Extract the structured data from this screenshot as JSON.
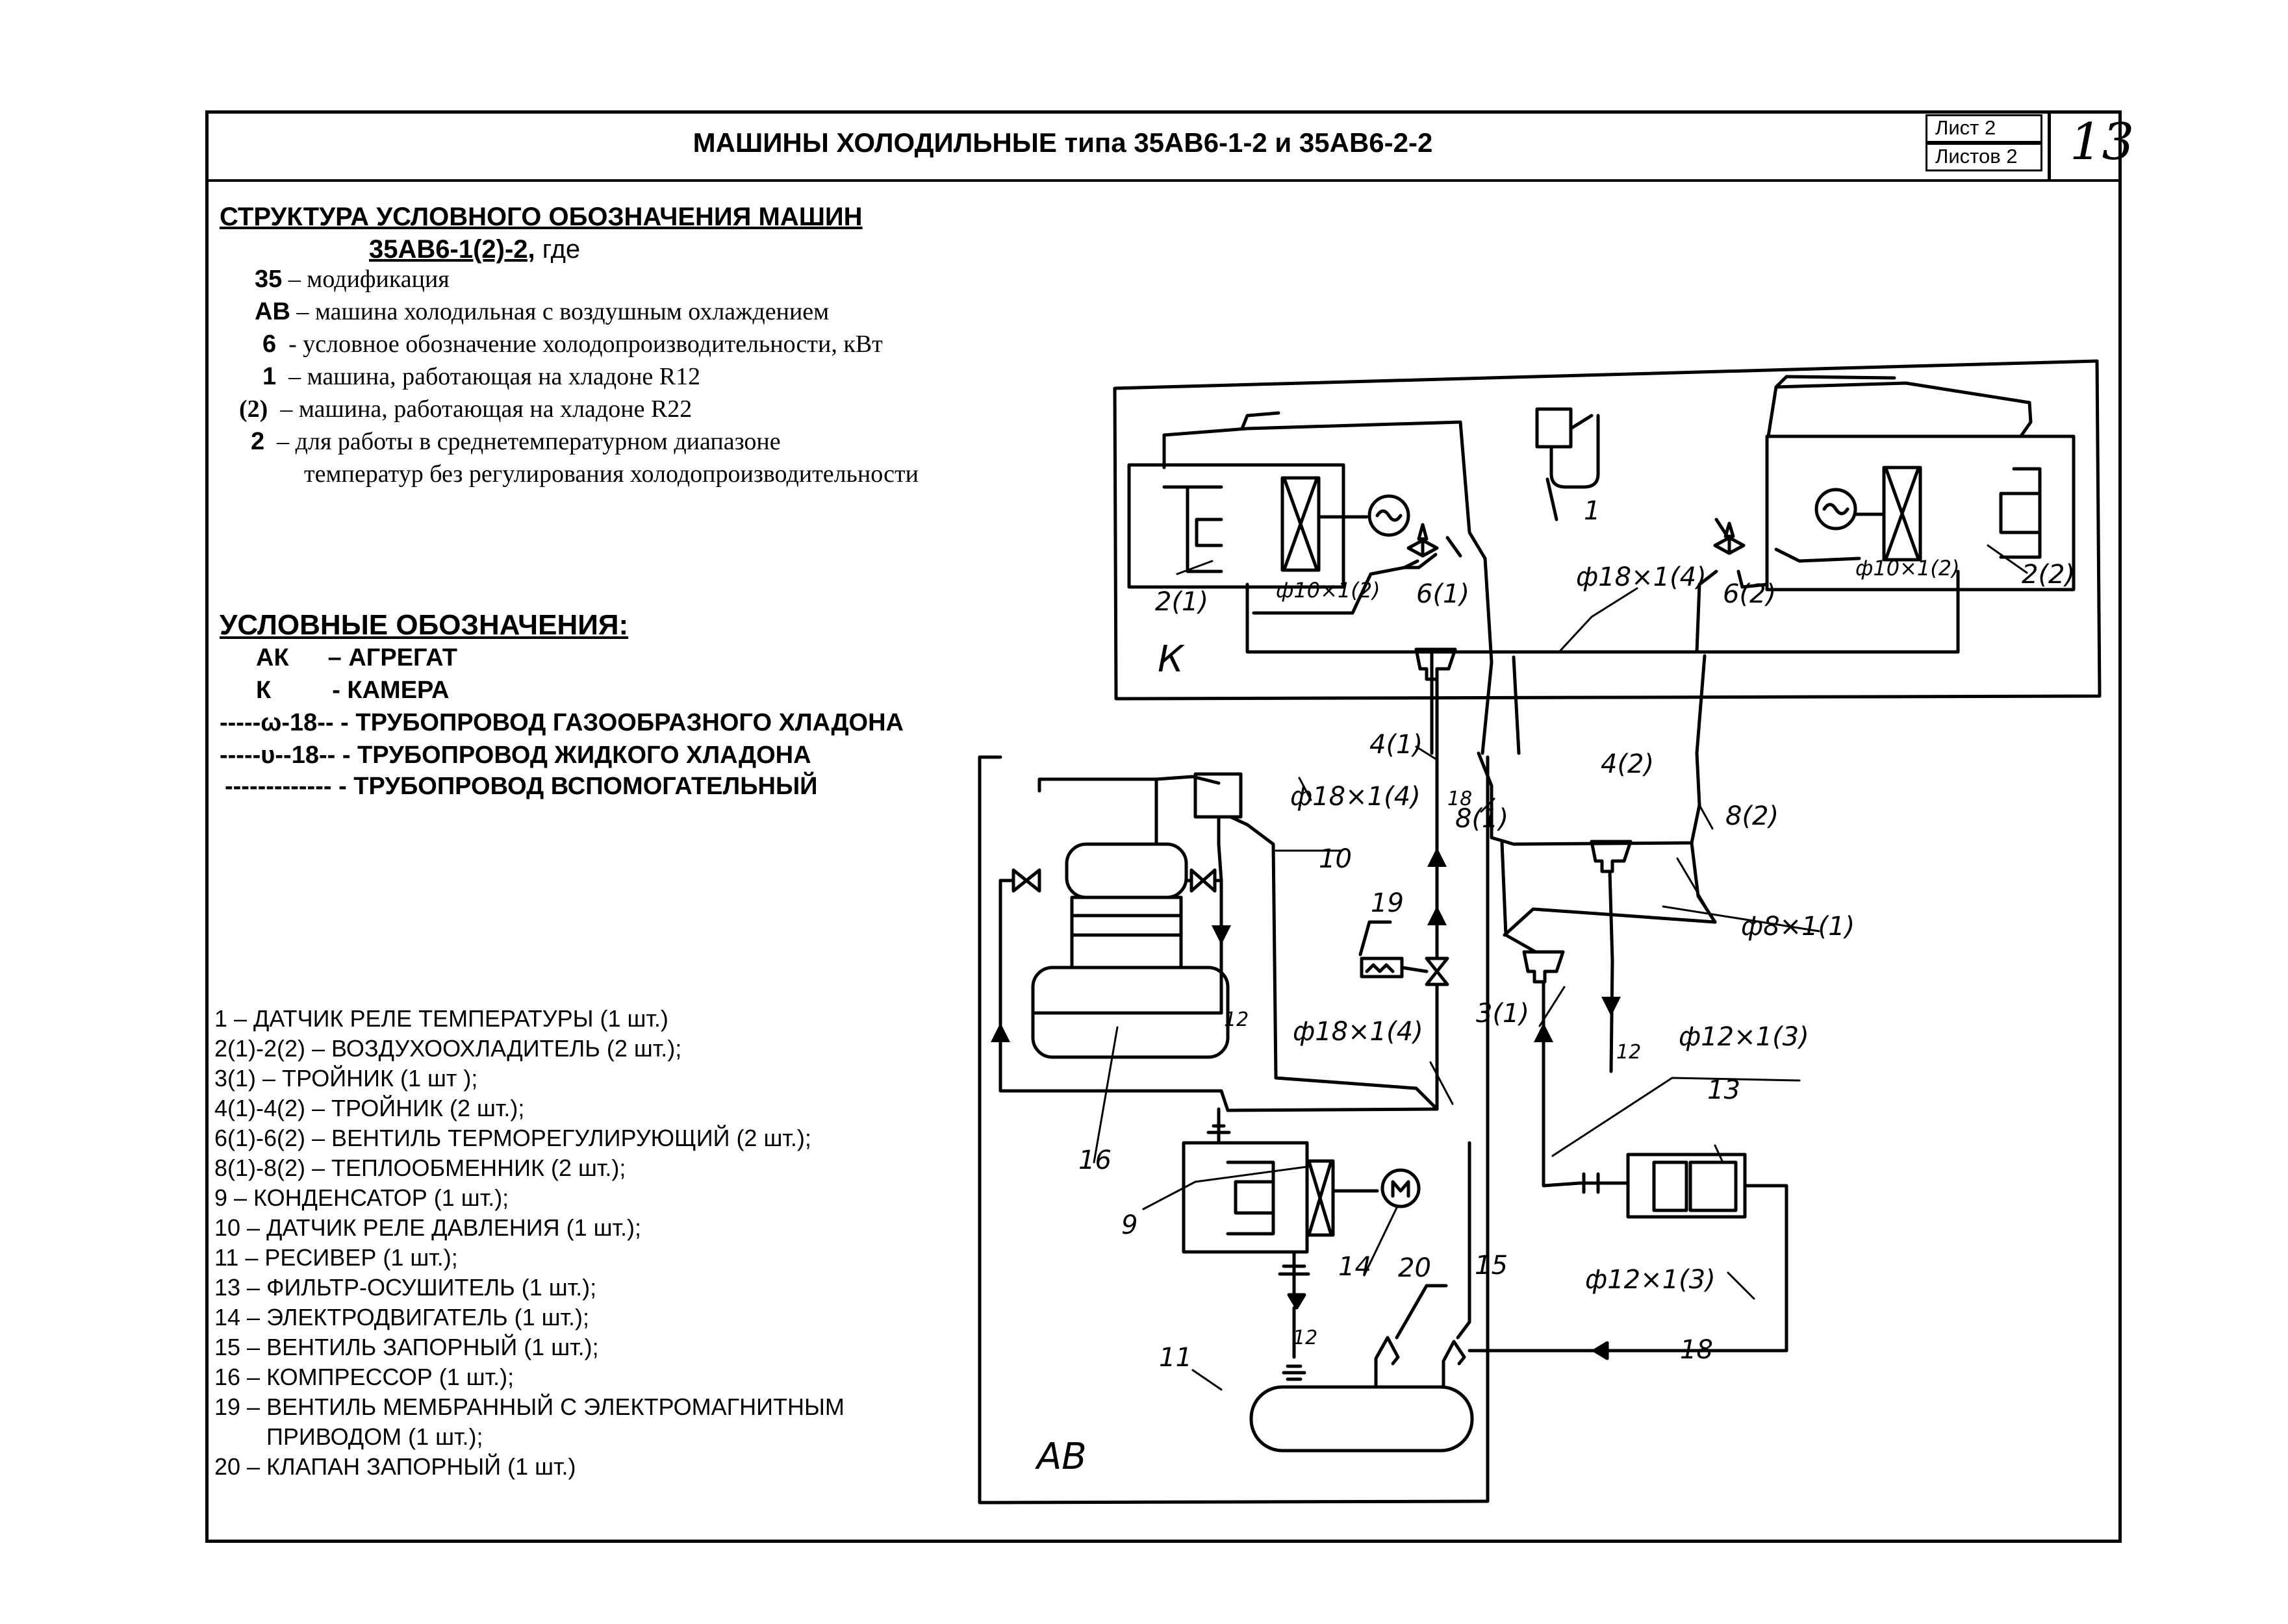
{
  "header": {
    "title": "МАШИНЫ ХОЛОДИЛЬНЫЕ типа 35АВ6-1-2 и 35АВ6-2-2",
    "sheet_label": "Лист 2",
    "sheets_label": "Листов 2",
    "page_number": "13"
  },
  "structure": {
    "heading": "СТРУКТУРА УСЛОВНОГО ОБОЗНАЧЕНИЯ МАШИН",
    "code": "35АВ6-1(2)-2,",
    "code_suffix": "где",
    "items": [
      {
        "key": "35",
        "text": "– модификация"
      },
      {
        "key": "АВ",
        "text": "– машина холодильная с воздушным охлаждением"
      },
      {
        "key": "6",
        "text": "- условное обозначение холодопроизводительности, кВт"
      },
      {
        "key": "1",
        "text": "– машина, работающая на хладоне R12"
      },
      {
        "key": "(2)",
        "text": "– машина, работающая на хладоне R22"
      },
      {
        "key": "2",
        "text": "– для работы в среднетемпературном диапазоне"
      }
    ],
    "continuation": "температур без регулирования холодопроизводительности"
  },
  "legend": {
    "heading": "УСЛОВНЫЕ ОБОЗНАЧЕНИЯ:",
    "items": [
      {
        "key": "АК",
        "text": "– АГРЕГАТ"
      },
      {
        "key": "К",
        "text": "- КАМЕРА"
      },
      {
        "key": "-----ω-18--",
        "text": "- ТРУБОПРОВОД ГАЗООБРАЗНОГО ХЛАДОНА"
      },
      {
        "key": "-----υ--18--",
        "text": "- ТРУБОПРОВОД ЖИДКОГО ХЛАДОНА"
      },
      {
        "key": "-------------",
        "text": "- ТРУБОПРОВОД ВСПОМОГАТЕЛЬНЫЙ"
      }
    ]
  },
  "components": [
    "1 – ДАТЧИК РЕЛЕ ТЕМПЕРАТУРЫ (1 шт.)",
    "2(1)-2(2) – ВОЗДУХООХЛАДИТЕЛЬ (2 шт.);",
    "3(1) – ТРОЙНИК (1 шт );",
    "4(1)-4(2) – ТРОЙНИК (2 шт.);",
    "6(1)-6(2) – ВЕНТИЛЬ ТЕРМОРЕГУЛИРУЮЩИЙ (2 шт.);",
    "8(1)-8(2) – ТЕПЛООБМЕННИК (2 шт.);",
    "9 – КОНДЕНСАТОР (1 шт.);",
    "10 – ДАТЧИК РЕЛЕ ДАВЛЕНИЯ (1 шт.);",
    "11 – РЕСИВЕР (1 шт.);",
    "13 – ФИЛЬТР-ОСУШИТЕЛЬ (1 шт.);",
    "14 – ЭЛЕКТРОДВИГАТЕЛЬ (1 шт.);",
    "15 – ВЕНТИЛЬ ЗАПОРНЫЙ (1 шт.);",
    "16 – КОМПРЕССОР (1 шт.);",
    "19 – ВЕНТИЛЬ МЕМБРАННЫЙ С ЭЛЕКТРОМАГНИТНЫМ",
    "ПРИВОДОМ (1 шт.);",
    "20 – КЛАПАН ЗАПОРНЫЙ (1 шт.)"
  ],
  "diagram": {
    "zone_camera": "К",
    "zone_unit": "АВ",
    "labels": {
      "sensor": "1",
      "cooler_left": "2(1)",
      "cooler_right": "2(2)",
      "tee_31": "3(1)",
      "tee_41": "4(1)",
      "tee_42": "4(2)",
      "valve_61": "6(1)",
      "valve_62": "6(2)",
      "hx_81": "8(1)",
      "hx_82": "8(2)",
      "condenser": "9",
      "pressure_sensor": "10",
      "receiver": "11",
      "filter": "13",
      "motor": "14",
      "valve_15": "15",
      "compressor": "16",
      "valve_19": "19",
      "valve_20": "20",
      "pipe_10x1_2_left": "ф10×1(2)",
      "pipe_10x1_2_right": "ф10×1(2)",
      "pipe_18x1_4_top": "ф18×1(4)",
      "pipe_18x1_4_mid": "ф18×1(4)",
      "pipe_18x1_4_low": "ф18×1(4)",
      "pipe_8x1_1": "ф8×1(1)",
      "pipe_12x1_3_a": "ф12×1(3)",
      "pipe_12x1_3_b": "ф12×1(3)",
      "mark_18_a": "18",
      "mark_18_b": "18",
      "mark_12_a": "12",
      "mark_12_b": "12",
      "mark_12_c": "12"
    }
  }
}
